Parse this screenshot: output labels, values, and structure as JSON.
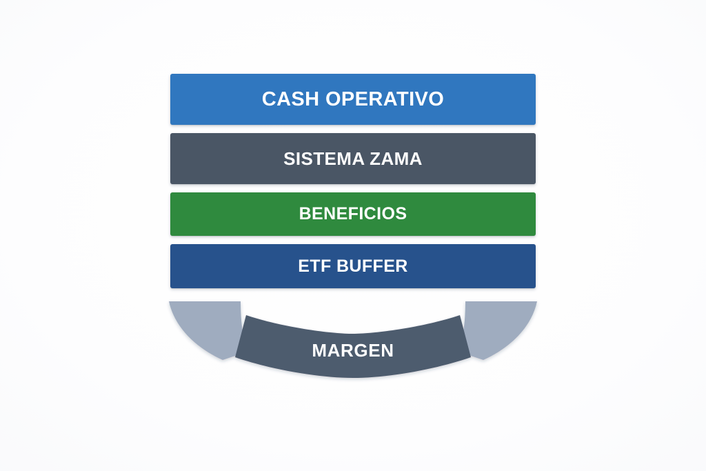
{
  "diagram": {
    "type": "layered-shield-stack",
    "title_text_present": false,
    "background_color": "#fbfbfc",
    "bars": [
      {
        "label": "CASH OPERATIVO",
        "color": "#3077BF",
        "text_color": "#ffffff",
        "order": 1
      },
      {
        "label": "SISTEMA ZAMA",
        "color": "#4A5665",
        "text_color": "#ffffff",
        "order": 2
      },
      {
        "label": "BENEFICIOS",
        "color": "#2F8A3E",
        "text_color": "#ffffff",
        "order": 3
      },
      {
        "label": "ETF BUFFER",
        "color": "#27528C",
        "text_color": "#ffffff",
        "order": 4
      }
    ],
    "base": {
      "label": "MARGEN",
      "center_color": "#4E5B6E",
      "wing_color": "#9FACBF",
      "text_color": "#ffffff",
      "shape": "curved-shield-base",
      "segments": [
        "left-wing",
        "center-banner",
        "right-wing"
      ]
    }
  }
}
